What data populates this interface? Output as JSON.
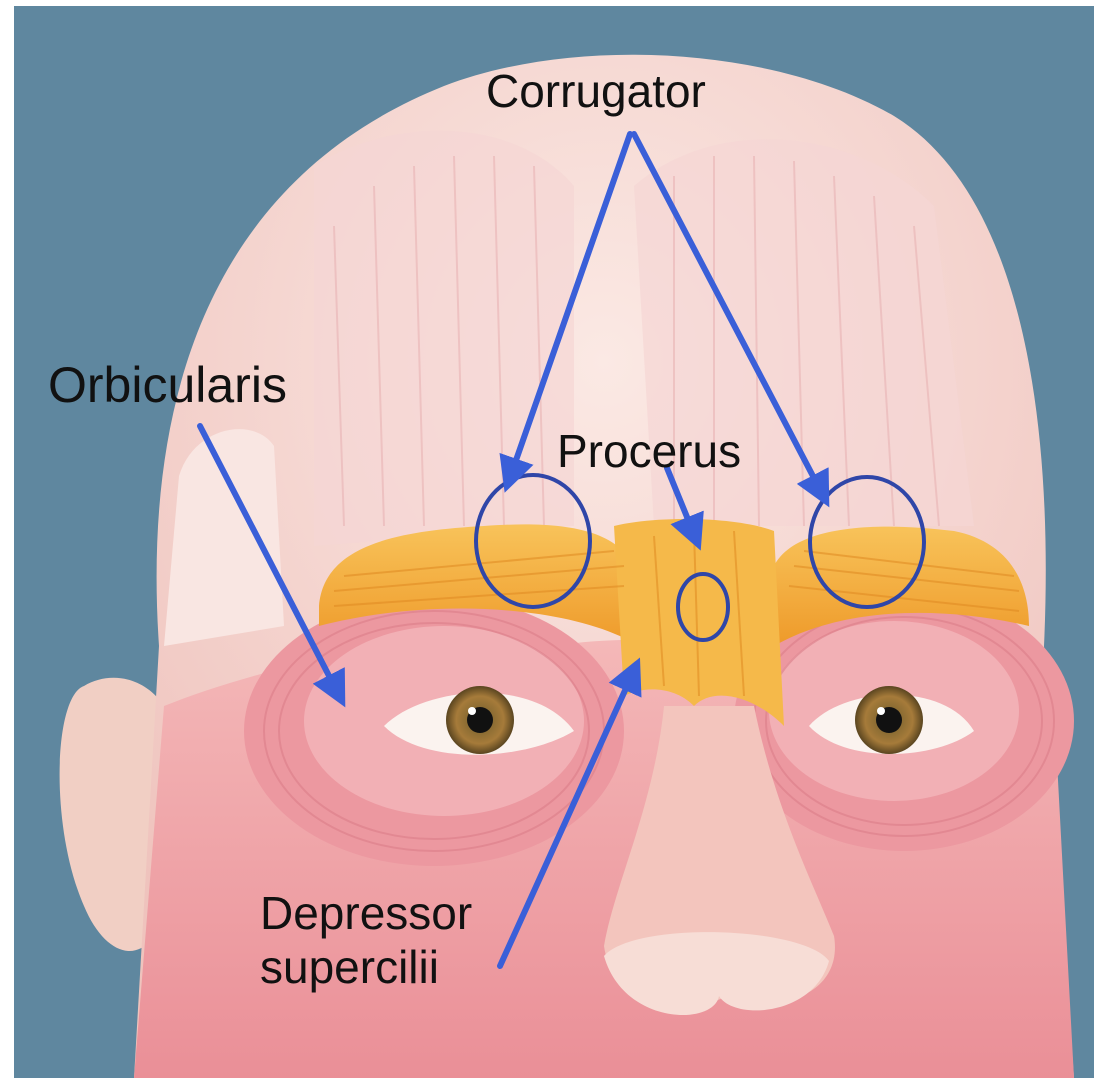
{
  "labels": {
    "corrugator": "Corrugator",
    "orbicularis": "Orbicularis",
    "procerus": "Procerus",
    "depressor_line1": "Depressor",
    "depressor_line2": "supercilii"
  },
  "colors": {
    "background": "#5f879f",
    "skin": "#f6d2cc",
    "muscle": "#ee9ea3",
    "brow_muscle": "#f3ac3a",
    "arrow": "#3a5fd8",
    "circle": "#2f46a8"
  }
}
